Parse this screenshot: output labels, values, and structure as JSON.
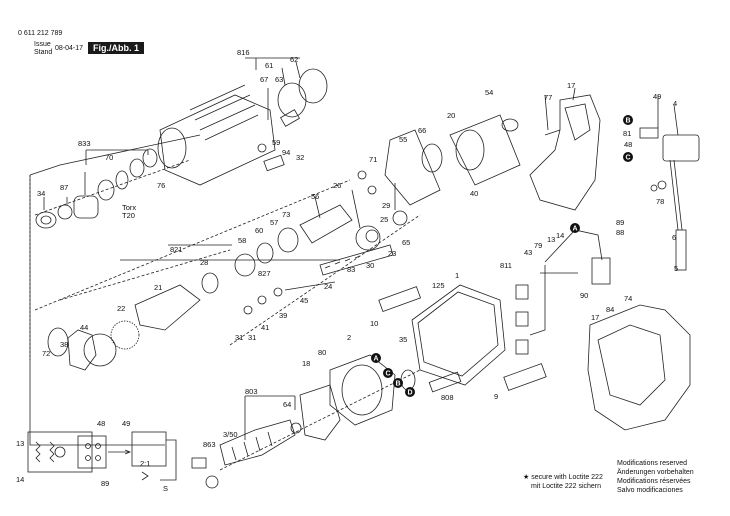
{
  "header": {
    "part_no": "0 611 212 789",
    "issue_label": "Issue",
    "stand_label": "Stand",
    "date": "08-04-17",
    "figure": "Fig./Abb. 1"
  },
  "footer": {
    "loctite_en": "secure with Loctite 222",
    "loctite_de": "mit Loctite 222 sichern",
    "mods": [
      "Modifications reserved",
      "Änderungen vorbehalten",
      "Modifications réservées",
      "Salvo modificaciones"
    ]
  },
  "torx": {
    "label": "Torx",
    "size": "T20"
  },
  "callouts": {
    "c_816": "816",
    "c_62": "62",
    "c_61": "61",
    "c_67": "67",
    "c_63": "63",
    "c_833": "833",
    "c_70": "70",
    "c_34": "34",
    "c_87": "87",
    "c_76": "76",
    "c_59": "59",
    "c_94": "94",
    "c_32": "32",
    "c_821": "821",
    "c_26": "26",
    "c_56": "56",
    "c_73": "73",
    "c_60": "60",
    "c_58": "58",
    "c_57": "57",
    "c_28": "28",
    "c_827": "827",
    "c_21": "21",
    "c_22": "22",
    "c_44": "44",
    "c_38": "38",
    "c_72": "72",
    "c_71": "71",
    "c_55": "55",
    "c_66": "66",
    "c_20": "20",
    "c_54": "54",
    "c_40": "40",
    "c_29": "29",
    "c_25": "25",
    "c_65": "65",
    "c_23": "23",
    "c_30": "30",
    "c_83": "83",
    "c_24": "24",
    "c_45": "45",
    "c_39": "39",
    "c_41": "41",
    "c_31a": "31",
    "c_31b": "31",
    "c_77": "77",
    "c_17a": "17",
    "c_49a": "49",
    "c_4": "4",
    "c_81": "81",
    "c_48a": "48",
    "c_78": "78",
    "c_6": "6",
    "c_5": "5",
    "c_89a": "89",
    "c_88": "88",
    "c_14a": "14",
    "c_13a": "13",
    "c_43": "43",
    "c_79": "79",
    "c_811": "811",
    "c_90": "90",
    "c_84": "84",
    "c_74": "74",
    "c_17b": "17",
    "c_1": "1",
    "c_125": "125",
    "c_10": "10",
    "c_808": "808",
    "c_9": "9",
    "c_35": "35",
    "c_2": "2",
    "c_80": "80",
    "c_18": "18",
    "c_803": "803",
    "c_64": "64",
    "c_863": "863",
    "c_350": "3/50",
    "c_48b": "48",
    "c_49b": "49",
    "c_13b": "13",
    "c_14b": "14",
    "c_89b": "89",
    "c_S": "S",
    "c_2_1": "2:1"
  },
  "markers": {
    "A": "A",
    "B": "B",
    "C": "C",
    "D": "D"
  }
}
